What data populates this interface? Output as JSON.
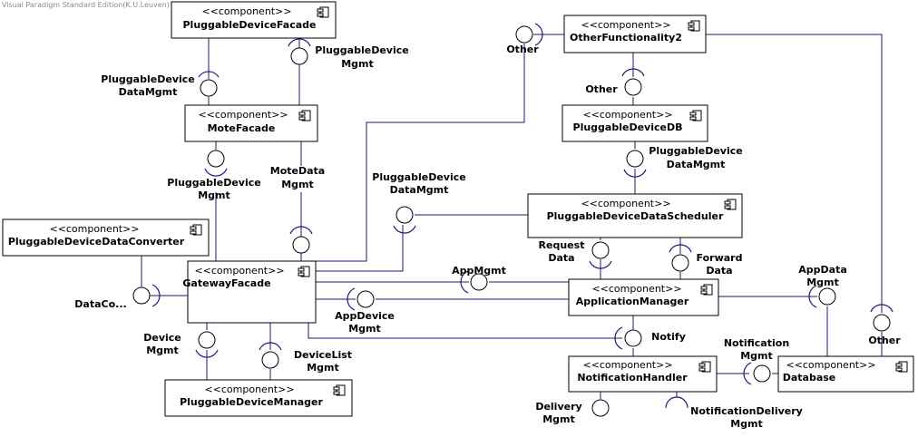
{
  "watermark": "Visual Paradigm Standard Edition(K.U.Leuven)",
  "stereotype": "<<component>>",
  "components": {
    "pluggable_device_facade": "PluggableDeviceFacade",
    "mote_facade": "MoteFacade",
    "pluggable_device_data_converter": "PluggableDeviceDataConverter",
    "gateway_facade": "GatewayFacade",
    "pluggable_device_manager": "PluggableDeviceManager",
    "other_functionality2": "OtherFunctionality2",
    "pluggable_device_db": "PluggableDeviceDB",
    "pluggable_device_data_scheduler": "PluggableDeviceDataScheduler",
    "application_manager": "ApplicationManager",
    "notification_handler": "NotificationHandler",
    "database": "Database"
  },
  "interfaces": {
    "pdf_datamgmt": [
      "PluggableDevice",
      "DataMgmt"
    ],
    "pdf_mgmt": [
      "PluggableDevice",
      "Mgmt"
    ],
    "mote_pd_mgmt": [
      "PluggableDevice",
      "Mgmt"
    ],
    "mote_data_mgmt": [
      "MoteData",
      "Mgmt"
    ],
    "data_co": [
      "DataCo..."
    ],
    "device_mgmt": [
      "Device",
      "Mgmt"
    ],
    "device_list_mgmt": [
      "DeviceList",
      "Mgmt"
    ],
    "app_device_mgmt": [
      "AppDevice",
      "Mgmt"
    ],
    "app_mgmt": [
      "AppMgmt"
    ],
    "scheduler_pd_datamgmt": [
      "PluggableDevice",
      "DataMgmt"
    ],
    "other_left": [
      "Other"
    ],
    "other_db": [
      "Other"
    ],
    "db_pd_datamgmt": [
      "PluggableDevice",
      "DataMgmt"
    ],
    "request_data": [
      "Request",
      "Data"
    ],
    "forward_data": [
      "Forward",
      "Data"
    ],
    "app_data_mgmt": [
      "AppData",
      "Mgmt"
    ],
    "notify": [
      "Notify"
    ],
    "notification_mgmt": [
      "Notification",
      "Mgmt"
    ],
    "delivery_mgmt": [
      "Delivery",
      "Mgmt"
    ],
    "notification_delivery_mgmt": [
      "NotificationDelivery",
      "Mgmt"
    ],
    "other_right": [
      "Other"
    ]
  }
}
